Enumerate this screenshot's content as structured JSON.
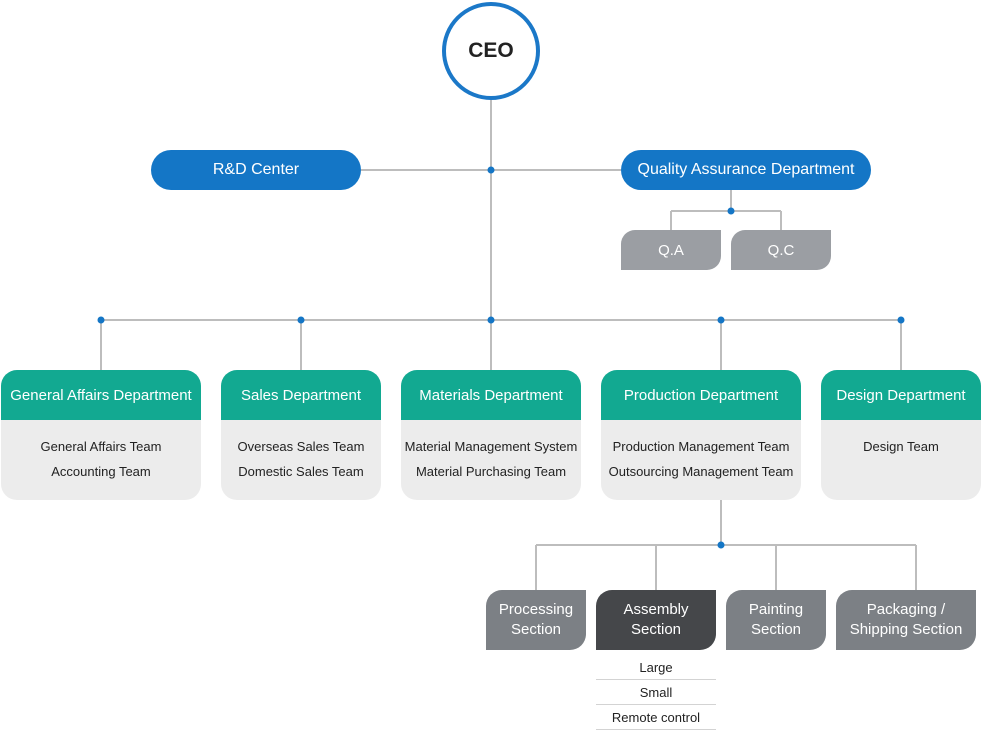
{
  "ceo": "CEO",
  "rd_center": "R&D Center",
  "qa_department": "Quality Assurance Department",
  "qa_units": [
    "Q.A",
    "Q.C"
  ],
  "departments": [
    {
      "name": "General Affairs Department",
      "teams": [
        "General Affairs Team",
        "Accounting Team"
      ]
    },
    {
      "name": "Sales Department",
      "teams": [
        "Overseas Sales Team",
        "Domestic Sales Team"
      ]
    },
    {
      "name": "Materials Department",
      "teams": [
        "Material Management System",
        "Material Purchasing Team"
      ]
    },
    {
      "name": "Production Department",
      "teams": [
        "Production Management Team",
        "Outsourcing Management Team"
      ]
    },
    {
      "name": "Design Department",
      "teams": [
        "Design Team"
      ]
    }
  ],
  "sections": [
    "Processing\nSection",
    "Assembly\nSection",
    "Painting\nSection",
    "Packaging /\nShipping Section"
  ],
  "assembly_items": [
    "Large",
    "Small",
    "Remote control"
  ],
  "colors": {
    "primary_blue": "#1476c6",
    "teal": "#12a991",
    "gray": "#9b9ea3",
    "dark": "#45474a",
    "light": "#ececec",
    "connector": "#bdbdbd"
  }
}
